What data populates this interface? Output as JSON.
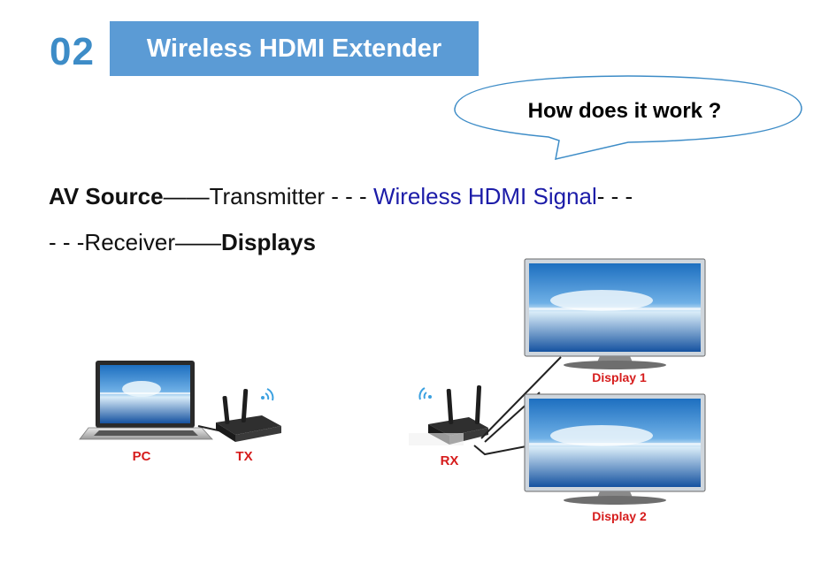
{
  "header": {
    "number": "02",
    "title": "Wireless HDMI Extender"
  },
  "bubble": {
    "text": "How does it work ?"
  },
  "flow": {
    "line1": {
      "av_source": "AV Source",
      "dash1": "——",
      "transmitter": "Transmitter - - - ",
      "signal": "Wireless HDMI Signal",
      "dash2": "- - -"
    },
    "line2": {
      "prefix": "- - -Receiver",
      "dash": "——",
      "displays": "Displays"
    }
  },
  "diagram": {
    "pc_label": "PC",
    "tx_label": "TX",
    "rx_label": "RX",
    "display1_label": "Display 1",
    "display2_label": "Display 2"
  },
  "colors": {
    "accent_blue": "#5b9bd5",
    "number_blue": "#3d8cc7",
    "signal_blue": "#1c1ca8",
    "label_red": "#d61c1c"
  }
}
